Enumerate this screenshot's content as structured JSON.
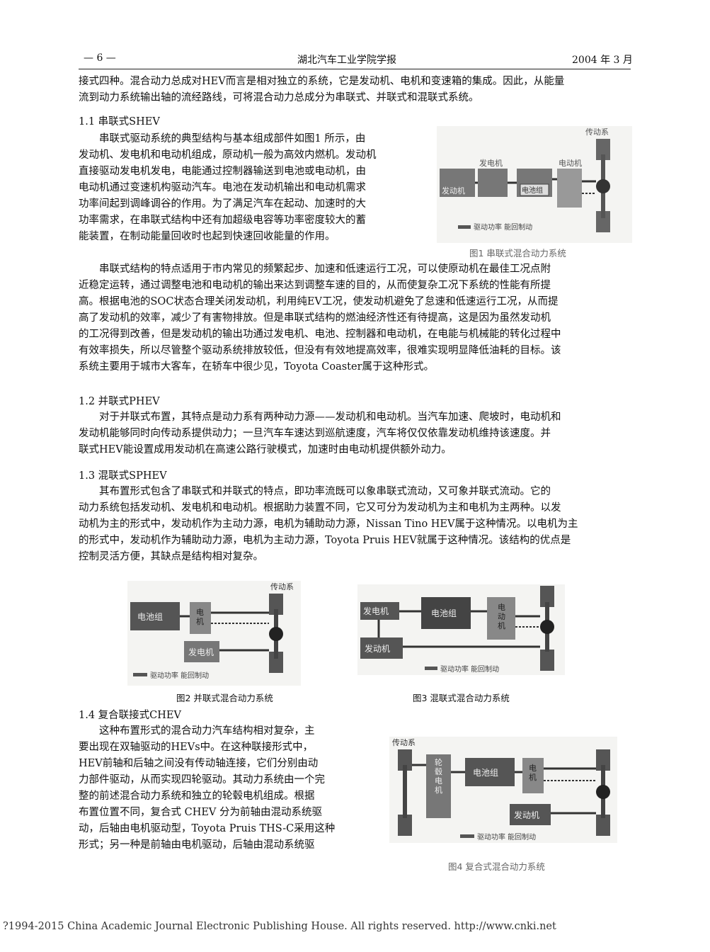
{
  "header": {
    "page": "— 6 —",
    "journal": "湖北汽车工业学院学报",
    "date": "2004 年 3 月"
  },
  "intro": [
    "接式四种。混合动力总成对HEV而言是相对独立的系统，它是发动机、电机和变速箱的集成。因此，从能量",
    "流到动力系统输出轴的流经路线，可将混合动力总成分为串联式、并联式和混联式系统。"
  ],
  "s11": {
    "title": "1.1    串联式SHEV",
    "lines": [
      "串联式驱动系统的典型结构与基本组成部件如图1 所示，由",
      "发动机、发电机和电动机组成，原动机一般为高效内燃机。发动机",
      "直接驱动发电机发电，电能通过控制器输送到电池或电动机，由",
      "电动机通过变速机构驱动汽车。电池在发动机输出和电动机需求",
      "功率间起到调峰调谷的作用。为了满足汽车在起动、加速时的大",
      "功率需求，在串联式结构中还有加超级电容等功率密度较大的蓄",
      "能装置，在制动能量回收时也起到快速回收能量的作用。"
    ],
    "lines2": [
      "串联式结构的特点适用于市内常见的频繁起步、加速和低速运行工况，可以使原动机在最佳工况点附",
      "近稳定运转，通过调整电池和电动机的输出来达到调整车速的目的，从而使复杂工况下系统的性能有所提",
      "高。根据电池的SOC状态合理关闭发动机，利用纯EV工况，使发动机避免了怠速和低速运行工况，从而提",
      "高了发动机的效率，减少了有害物排放。但是串联式结构的燃油经济性还有待提高，这是因为虽然发动机",
      "的工况得到改善，但是发动机的输出功通过发电机、电池、控制器和电动机，在电能与机械能的转化过程中",
      "有效率损失，所以尽管整个驱动系统排放较低，但没有有效地提高效率，很难实现明显降低油耗的目标。该",
      "系统主要用于城市大客车，在轿车中很少见，Toyota Coaster属于这种形式。"
    ]
  },
  "s12": {
    "title": "1.2    并联式PHEV",
    "lines": [
      "对于并联式布置，其特点是动力系有两种动力源——发动机和电动机。当汽车加速、爬坡时，电动机和",
      "发动机能够同时向传动系提供动力；一旦汽车车速达到巡航速度，汽车将仅仅依靠发动机维持该速度。并",
      "联式HEV能设置成用发动机在高速公路行驶模式，加速时由电动机提供额外动力。"
    ]
  },
  "s13": {
    "title": "1.3    混联式SPHEV",
    "lines": [
      "其布置形式包含了串联式和并联式的特点，即功率流既可以象串联式流动，又可象并联式流动。它的",
      "动力系统包括发动机、发电机和电动机。根据助力装置不同，它又可分为发动机为主和电机为主两种。以发",
      "动机为主的形式中，发动机作为主动力源，电机为辅助动力源，Nissan Tino HEV属于这种情况。以电机为主",
      "的形式中，发动机作为辅助动力源，电机为主动力源，Toyota Pruis HEV就属于这种情况。该结构的优点是",
      "控制灵活方便，其缺点是结构相对复杂。"
    ]
  },
  "s14": {
    "title": "1.4    复合联接式CHEV",
    "lines": [
      "这种布置形式的混合动力汽车结构相对复杂，主",
      "要出现在双轴驱动的HEVs中。在这种联接形式中，",
      "HEV前轴和后轴之间没有传动轴连接，它们分别由动",
      "力部件驱动，从而实现四轮驱动。其动力系统由一个完",
      "整的前述混合动力系统和独立的轮毂电机组成。根据",
      "布置位置不同，复合式 CHEV 分为前轴由混动系统驱",
      "动，后轴由电机驱动型，Toyota Pruis THS-C采用这种",
      "形式；另一种是前轴由电机驱动，后轴由混动系统驱"
    ]
  },
  "figures": {
    "fig1": {
      "caption": "图1    串联式混合动力系统",
      "labels": {
        "drivetrain": "传动系",
        "generator": "发电机",
        "motor": "电动机",
        "engine": "发动机",
        "battery": "电池组",
        "legend": "驱动功率  能回制动"
      }
    },
    "fig2": {
      "caption": "图2    并联式混合动力系统",
      "labels": {
        "drivetrain": "传动系",
        "battery": "电池组",
        "motor": "电\n机",
        "generator": "发电机",
        "legend": "驱动功率  能回制动"
      }
    },
    "fig3": {
      "caption": "图3    混联式混合动力系统",
      "labels": {
        "generator": "发电机",
        "battery": "电池组",
        "motor": "电\n动\n机",
        "engine": "发动机",
        "legend": "驱动功率  能回制动"
      }
    },
    "fig4": {
      "caption": "图4    复合式混合动力系统",
      "labels": {
        "drivetrain": "传动系",
        "hubmotor": "轮\n毂\n电\n机",
        "battery": "电池组",
        "motor": "电\n机",
        "engine": "发动机",
        "legend": "驱动功率  能回制动"
      }
    }
  },
  "footer": "?1994-2015 China Academic Journal Electronic Publishing House. All rights reserved.    http://www.cnki.net"
}
